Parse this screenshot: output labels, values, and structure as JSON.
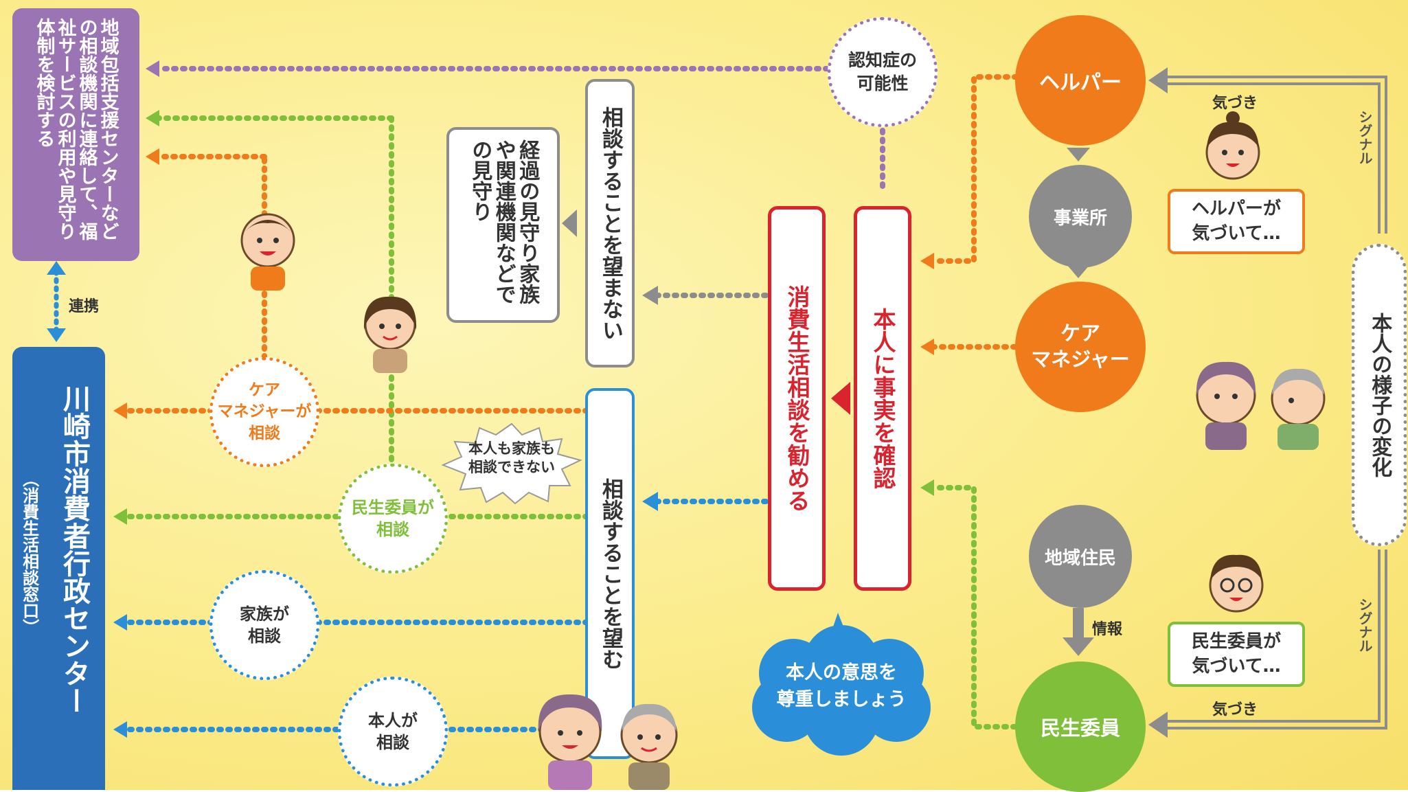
{
  "left_top_box": {
    "text": "地域包括支援センターなどの相談機関に連絡して、福祉サービスの利用や見守り体制を検討する",
    "color": "#9b74b3"
  },
  "renkei_label": "連携",
  "left_bottom_box": {
    "title": "川崎市消費者行政センター",
    "subtitle": "（消費生活相談窓口）",
    "color": "#2a6fb8"
  },
  "box_not_wish": "相談することを望まない",
  "box_watch": "経過の見守り家族や関連機関などでの見守り",
  "box_wish": "相談することを望む",
  "box_recommend": "消費生活相談を勧める",
  "box_confirm": "本人に事実を確認",
  "dementia": "認知症の\n可能性",
  "respect": "本人の意思を\n尊重しましょう",
  "cannot_consult": "本人も家族も\n相談できない",
  "consult_nodes": {
    "care": "ケア\nマネジャーが\n相談",
    "minsei": "民生委員が\n相談",
    "family": "家族が\n相談",
    "self": "本人が\n相談"
  },
  "right_nodes": {
    "helper": "ヘルパー",
    "office": "事業所",
    "caremanager": "ケア\nマネジャー",
    "resident": "地域住民",
    "minsei": "民生委員"
  },
  "info_label": "情報",
  "kizuki_top": "気づき",
  "kizuki_bottom": "気づき",
  "signal_top": "シグナル",
  "signal_bottom": "シグナル",
  "helper_note": "ヘルパーが\n気づいて…",
  "minsei_note": "民生委員が\n気づいて…",
  "change_label": "本人の様子の変化",
  "colors": {
    "purple": "#9b74b3",
    "green": "#7fbf3a",
    "orange": "#ef7b1b",
    "blue": "#2a8fd8",
    "red": "#d9232e",
    "gray": "#8c8c8c"
  }
}
